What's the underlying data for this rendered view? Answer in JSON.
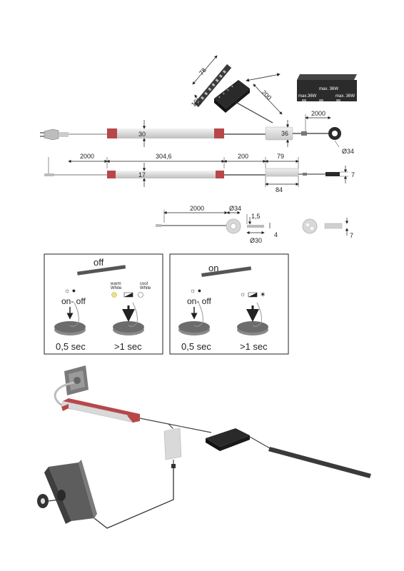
{
  "dims": {
    "strip_length": "78",
    "strip_width": "10",
    "lead_200_top": "200",
    "top_box_max_total": "max. 36W",
    "top_box_max_left": "max.36W",
    "top_box_max_right": "max. 36W",
    "cable_2000_right": "2000",
    "driver_height": "30",
    "driver_box_height": "36",
    "sensor_diameter": "Ø34",
    "lead_2000_left": "2000",
    "driver_length": "304,6",
    "lead_200_mid": "200",
    "box_79": "79",
    "side_height_17": "17",
    "side_height_7": "7",
    "box_84": "84",
    "sensor_lead_2000": "2000",
    "sensor_dia_34": "Ø34",
    "sensor_thk_1_5": "1,5",
    "sensor_thk_4": "4",
    "sensor_dia_30": "Ø30",
    "sensor_side_7": "7"
  },
  "panel_left": {
    "state": "off",
    "onoff": "on- off",
    "warm": "warm\nWhite",
    "warm_line1": "warm",
    "warm_line2": "White",
    "cool_line1": "cool",
    "cool_line2": "White",
    "time_short": "0,5 sec",
    "time_long": ">1 sec"
  },
  "panel_right": {
    "state": "on",
    "onoff": "on- off",
    "time_short": "0,5 sec",
    "time_long": ">1 sec"
  },
  "colors": {
    "endcap": "#b8474a",
    "driver": "#d8d8d8",
    "dark": "#2a2a2a",
    "warm_led": "#f2e36b"
  }
}
